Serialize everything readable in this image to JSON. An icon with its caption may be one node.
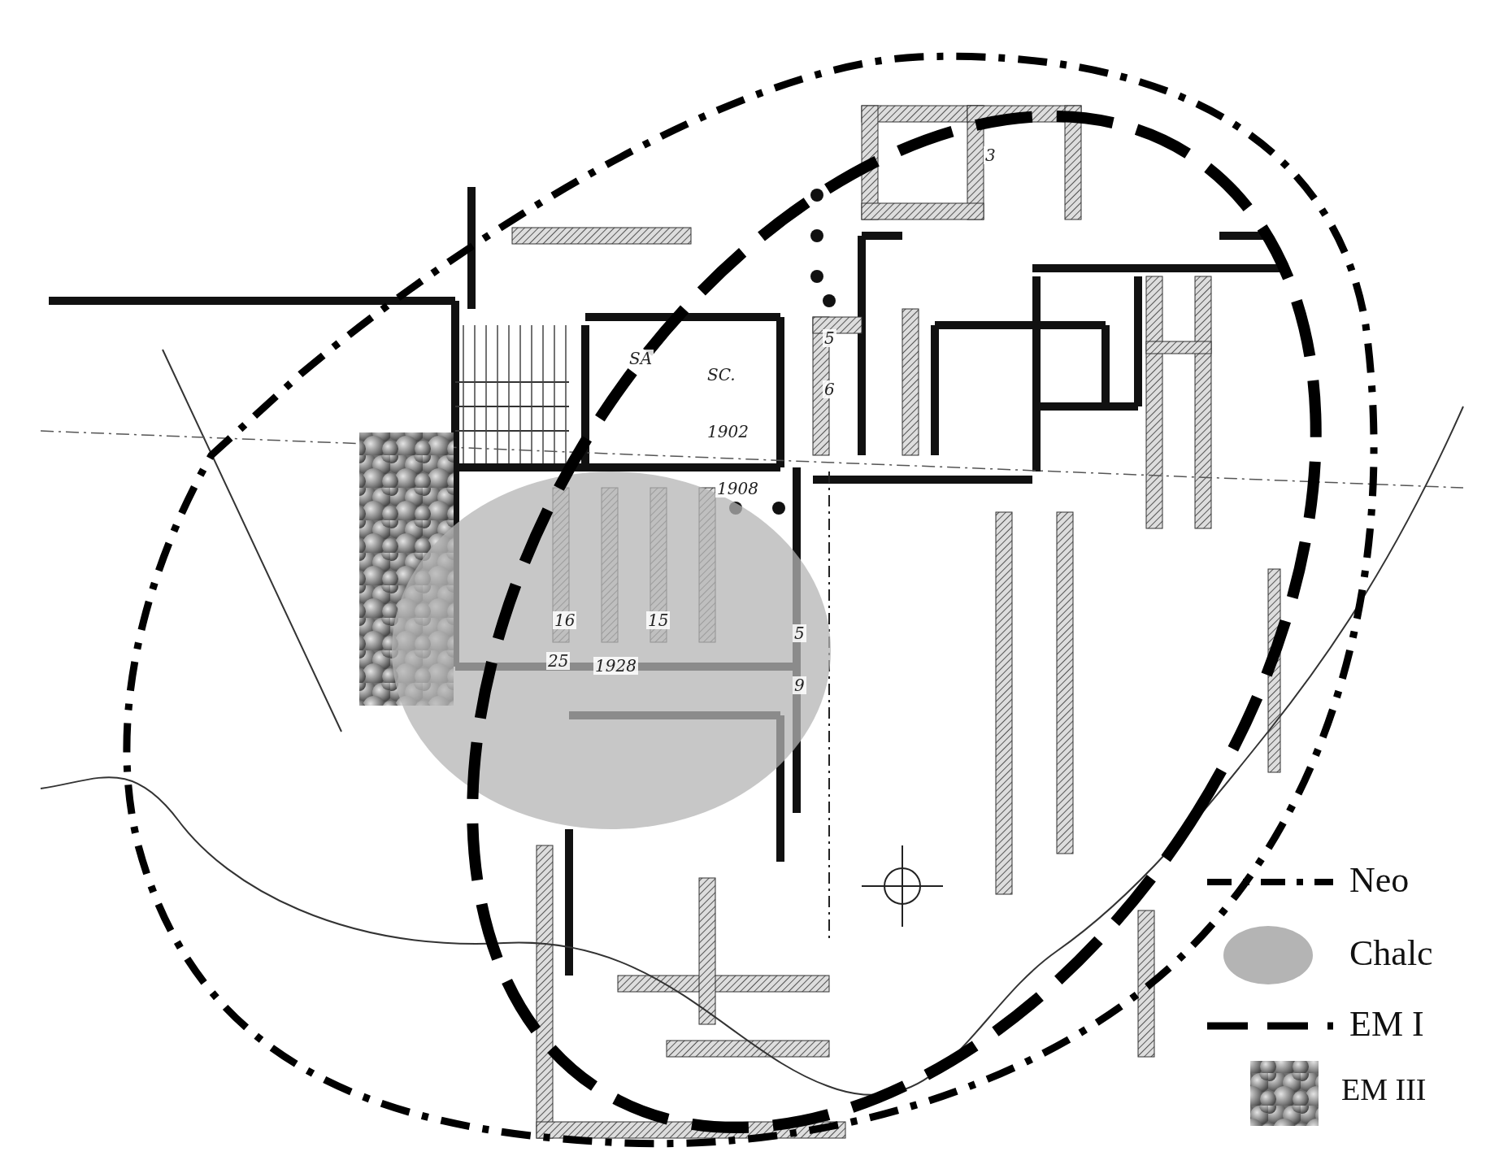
{
  "diagram": {
    "labels": [
      "SA",
      "SC.",
      "1902",
      "1908",
      "16",
      "15",
      "25",
      "1928",
      "5",
      "9",
      "3",
      "5",
      "6"
    ],
    "legend": [
      {
        "text": "Neo"
      },
      {
        "text": "Chalc",
        "color": "#b4b4b4"
      },
      {
        "text": "EM I"
      },
      {
        "text": "EM III"
      }
    ]
  }
}
